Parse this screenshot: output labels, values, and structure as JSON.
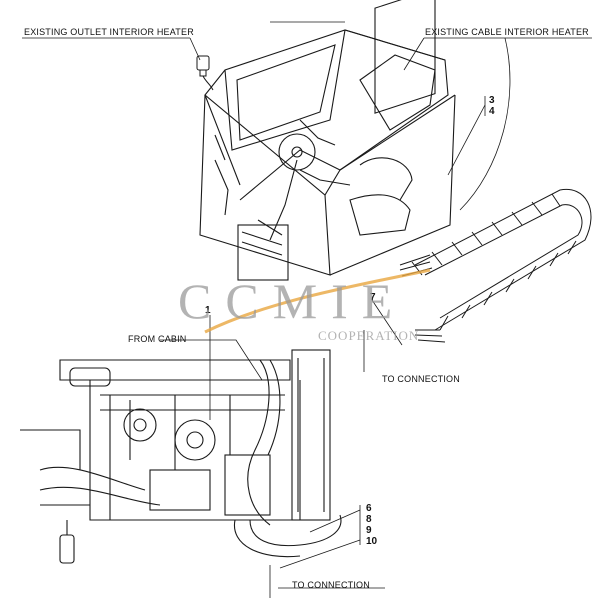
{
  "labels": {
    "outlet_heater": "EXISTING OUTLET INTERIOR HEATER",
    "cable_heater": "EXISTING CABLE INTERIOR HEATER",
    "from_cabin": "FROM CABIN",
    "to_connection_top": "TO CONNECTION",
    "to_connection_bottom": "TO CONNECTION"
  },
  "callouts": {
    "n3": "3",
    "n4": "4",
    "n7": "7",
    "n1": "1",
    "n6": "6",
    "n8": "8",
    "n9": "9",
    "n10": "10"
  },
  "watermark": {
    "brand": "CCMIE",
    "sub": "COOPERATION",
    "colors": {
      "text": "#9a9a9a",
      "swoosh": "#e8a640"
    }
  },
  "colors": {
    "line": "#1a1a1a",
    "background": "#ffffff"
  }
}
